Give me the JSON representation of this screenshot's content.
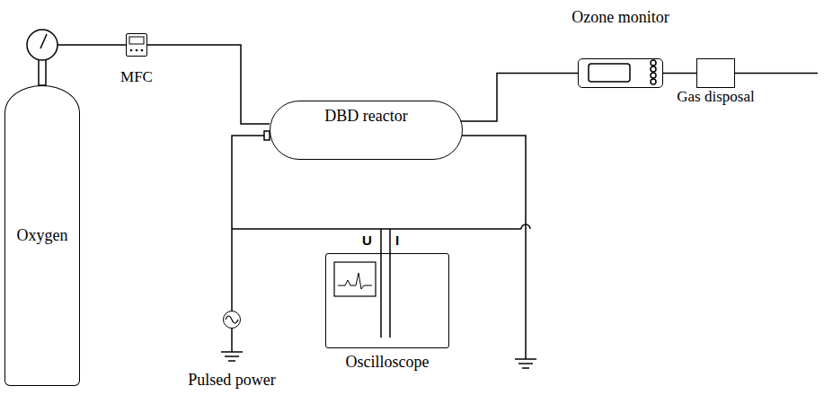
{
  "diagram": {
    "nodes": [
      {
        "text": [
          "Oxygen"
        ]
      },
      {
        "text": [
          "MFC"
        ]
      },
      {
        "text": [
          "DBD reactor"
        ]
      },
      {
        "text": [
          "Ozone monitor"
        ]
      },
      {
        "text": [
          "Gas disposal"
        ]
      },
      {
        "text": [
          "Oscilloscope"
        ]
      },
      {
        "text": [
          "Pulsed power"
        ]
      }
    ],
    "edges": [
      {
        "from": 0,
        "to": 1,
        "arrow": "none"
      },
      {
        "from": 1,
        "to": 2,
        "arrow": "none"
      },
      {
        "from": 2,
        "to": 3,
        "arrow": "none"
      },
      {
        "from": 3,
        "to": 4,
        "arrow": "none"
      },
      {
        "from": 6,
        "to": 2,
        "arrow": "none"
      }
    ],
    "labels": [
      "U",
      "I"
    ]
  }
}
